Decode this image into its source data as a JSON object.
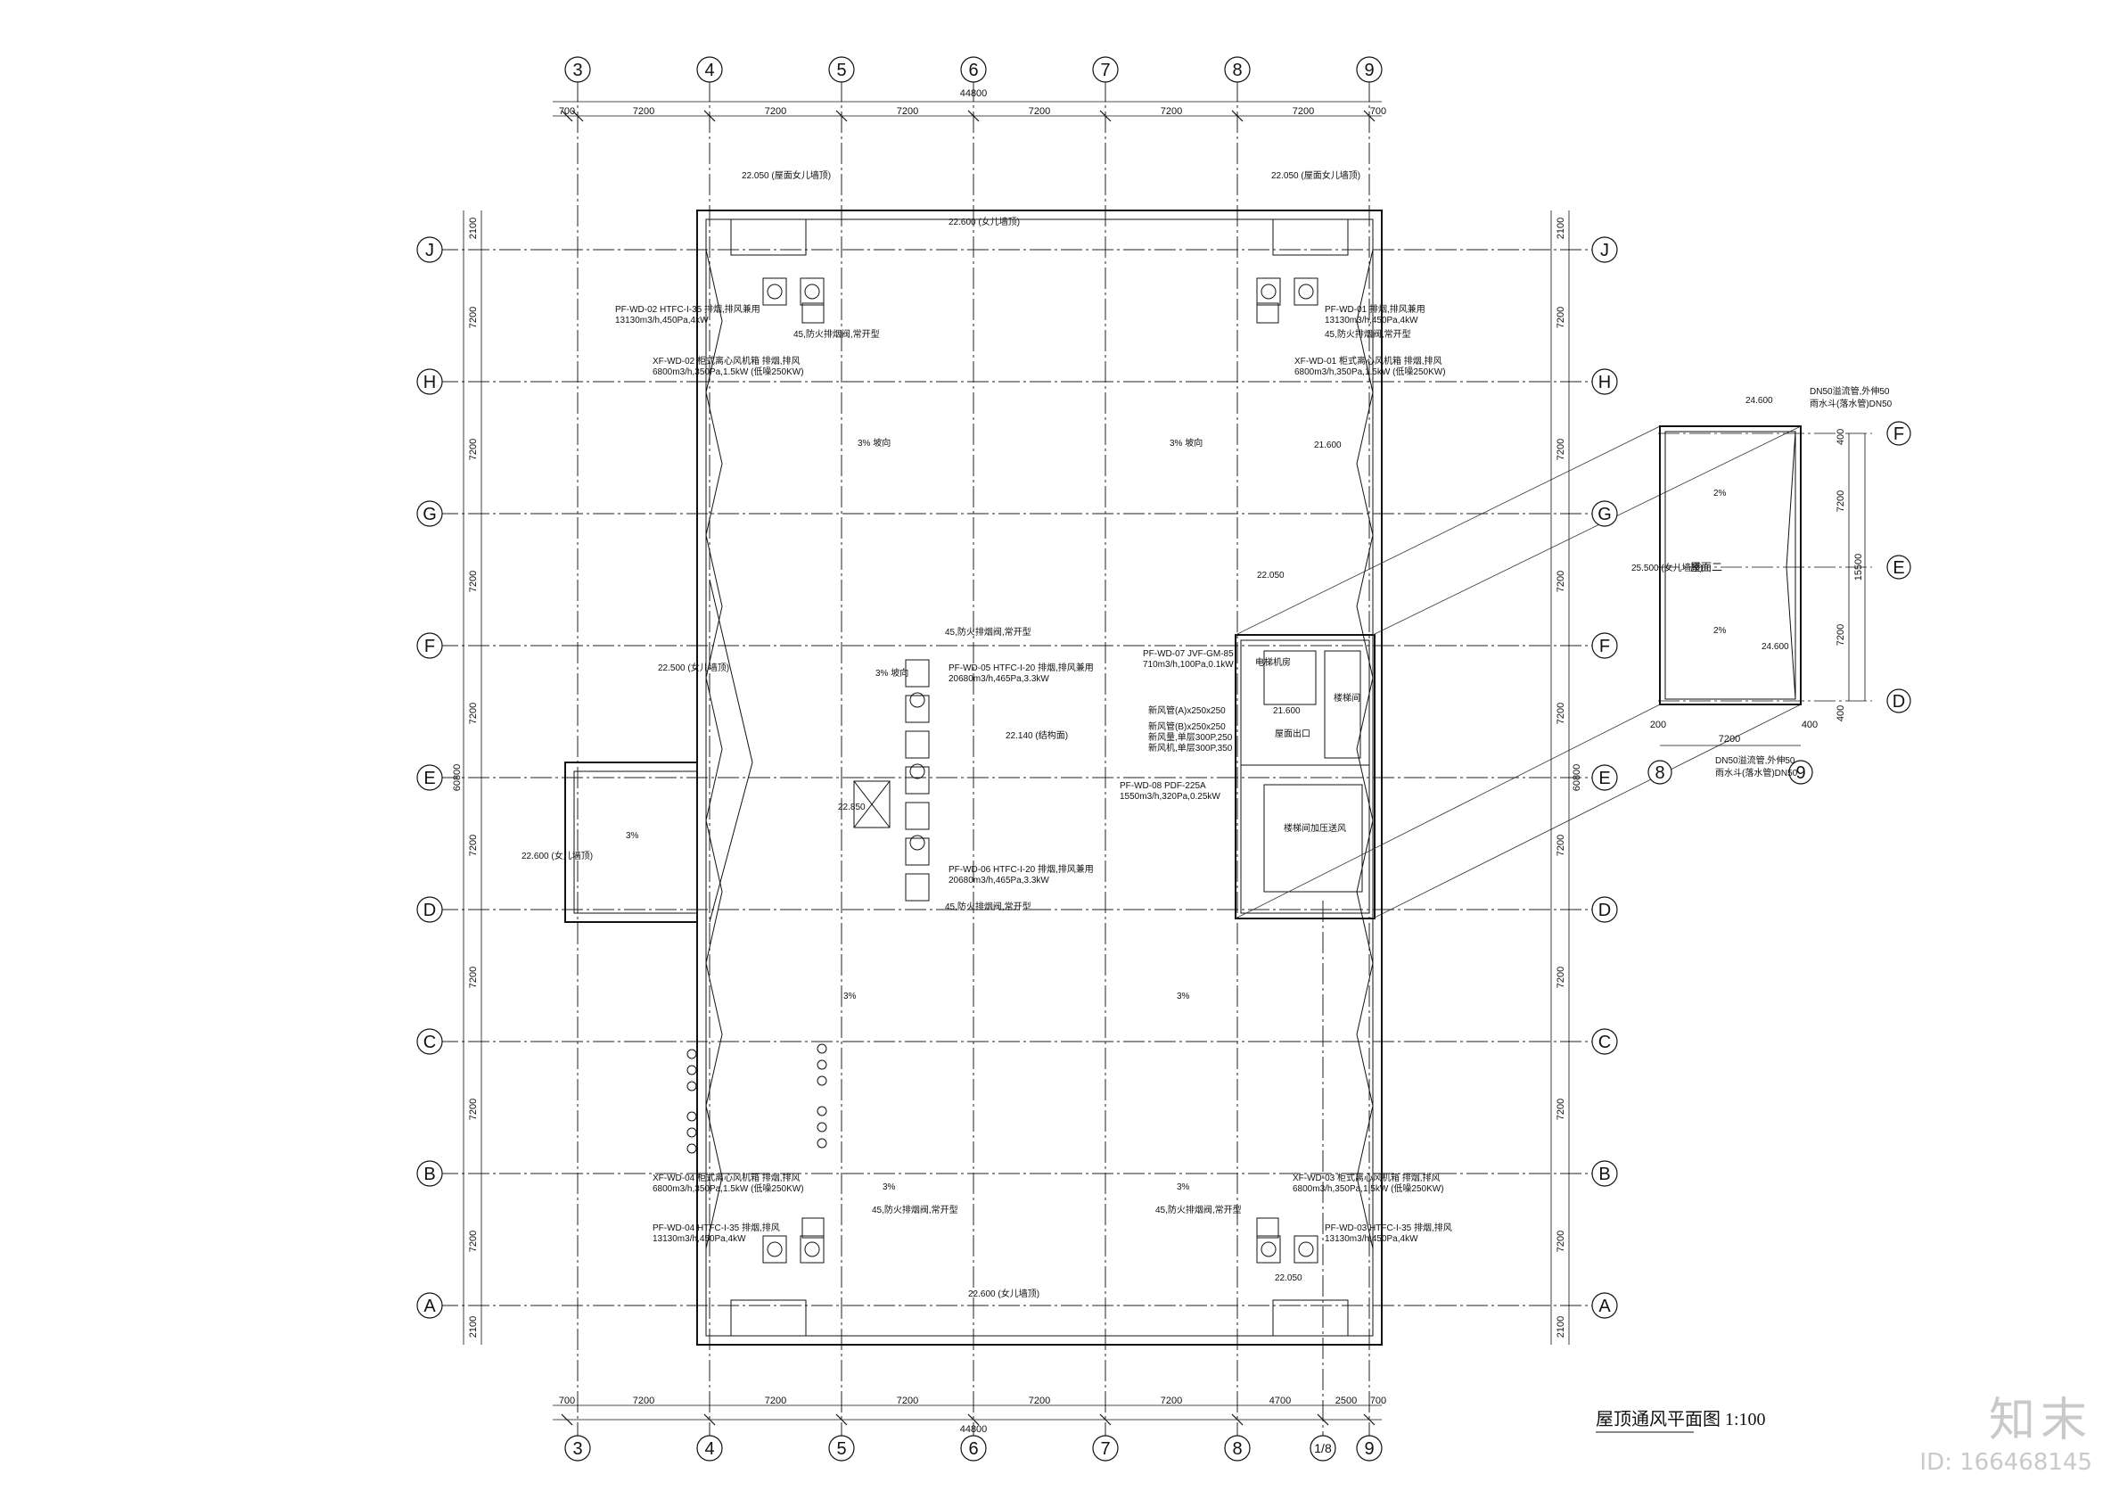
{
  "title": "屋顶通风平面图 1:100",
  "axes": {
    "columns_top": [
      "3",
      "4",
      "5",
      "6",
      "7",
      "8",
      "9"
    ],
    "columns_bottom": [
      "3",
      "4",
      "5",
      "6",
      "7",
      "8",
      "1/8",
      "9"
    ],
    "rows": [
      "J",
      "H",
      "G",
      "F",
      "E",
      "D",
      "C",
      "B",
      "A"
    ],
    "inset_rows": [
      "F",
      "E",
      "D"
    ],
    "inset_cols": [
      "8",
      "9"
    ]
  },
  "dimensions": {
    "top_total": "44800",
    "top_segments": [
      "700",
      "7200",
      "7200",
      "7200",
      "7200",
      "7200",
      "7200",
      "700"
    ],
    "bottom_total": "44800",
    "bottom_segments": [
      "700",
      "7200",
      "7200",
      "7200",
      "7200",
      "7200",
      "4700",
      "2500",
      "700"
    ],
    "side_segments": [
      "2100",
      "7200",
      "7200",
      "7200",
      "7200",
      "7200",
      "7200",
      "7200",
      "7200",
      "2100"
    ],
    "side_total": "60800",
    "inset_side": [
      "400",
      "7200",
      "7200",
      "400"
    ],
    "inset_side_total": "15500",
    "inset_bottom": [
      "200",
      "7200",
      "400"
    ]
  },
  "elevations": {
    "top_parapet": "22.600 (女儿墙顶)",
    "bottom_parapet": "22.600 (女儿墙顶)",
    "left_wing": "22.600 (女儿墙顶)",
    "left_low": "22.500 (女儿墙顶)",
    "right_mid": "21.600",
    "center": "22.140 (结构面)",
    "stair_roof": "22.050",
    "stair_low": "21.600",
    "center_unit": "22.850",
    "corner_tl": "22.050 (屋面女儿墙顶)",
    "corner_tr": "22.050 (屋面女儿墙顶)",
    "corner_br": "22.050",
    "inset_top": "24.600",
    "inset_mid": "25.500 (女儿墙顶)",
    "inset_low": "24.600"
  },
  "slopes": {
    "s1": "3% 坡向",
    "s2": "3% 坡向",
    "s3": "3%",
    "s4": "3%",
    "s5": "3%",
    "s6": "3%",
    "s7": "3% 坡向",
    "s8": "3%",
    "inset1": "2%",
    "inset2": "2%"
  },
  "equipment": {
    "tl": [
      "PF-WD-02 HTFC-I-35 排烟,排风兼用",
      "13130m3/h,450Pa,4kW",
      "XF-WD-02 柜式离心风机箱 排烟,排风",
      "6800m3/h,350Pa,1.5kW (低噪250KW)",
      "45,防火排烟阀,常开型"
    ],
    "tr": [
      "PF-WD-01 排烟,排风兼用",
      "13130m3/h,450Pa,4kW",
      "XF-WD-01 柜式离心风机箱 排烟,排风",
      "6800m3/h,350Pa,1.5kW (低噪250KW)",
      "45,防火排烟阀,常开型"
    ],
    "center_top": [
      "PF-WD-05 HTFC-I-20 排烟,排风兼用",
      "20680m3/h,465Pa,3.3kW",
      "45,防火排烟阀,常开型"
    ],
    "center_bottom": [
      "PF-WD-06 HTFC-I-20 排烟,排风兼用",
      "20680m3/h,465Pa,3.3kW",
      "45,防火排烟阀,常开型"
    ],
    "bl": [
      "XF-WD-04 柜式离心风机箱 排烟,排风",
      "6800m3/h,350Pa,1.5kW (低噪250KW)",
      "PF-WD-04 HTFC-I-35 排烟,排风",
      "13130m3/h,450Pa,4kW",
      "45,防火排烟阀,常开型"
    ],
    "br": [
      "XF-WD-03 柜式离心风机箱 排烟,排风",
      "6800m3/h,350Pa,1.5kW (低噪250KW)",
      "PF-WD-03 HTFC-I-35 排烟,排风",
      "13130m3/h,450Pa,4kW",
      "45,防火排烟阀,常开型"
    ],
    "stair": [
      "PF-WD-07 JVF-GM-85",
      "710m3/h,100Pa,0.1kW",
      "新风管(A)x250x250",
      "新风管(B)x250x250",
      "新风量,单层300P,250",
      "新风机,单层300P,350",
      "PF-WD-08 PDF-225A",
      "1550m3/h,320Pa,0.25kW",
      "电梯机房",
      "楼梯间",
      "屋面出口",
      "楼梯间加压送风"
    ],
    "inset": [
      "DN50溢流管,外伸50",
      "雨水斗(落水管)DN50",
      "屋面二",
      "DN50溢流管,外伸50",
      "雨水斗(落水管)DN50"
    ]
  },
  "watermark": {
    "logo": "知末",
    "id": "ID: 166468145"
  }
}
